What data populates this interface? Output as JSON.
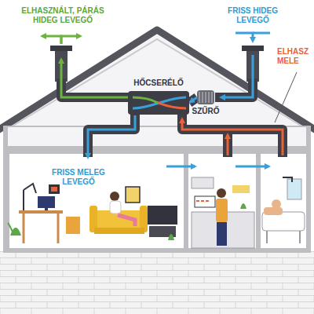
{
  "diagram": {
    "nodes": [
      {
        "text": [
          "HŐCSERÉLŐ"
        ]
      },
      {
        "text": [
          "SZŰRŐ"
        ]
      }
    ],
    "edges": [
      {
        "from": 1,
        "to": 0,
        "arrow": "to"
      }
    ],
    "labels": [
      "ELHASZNÁLT, PÁRÁS HIDEG LEVEGŐ",
      "FRISS HIDEG LEVEGŐ",
      "ELHASZ MELE",
      "FRISS MELEG LEVEGŐ"
    ]
  }
}
